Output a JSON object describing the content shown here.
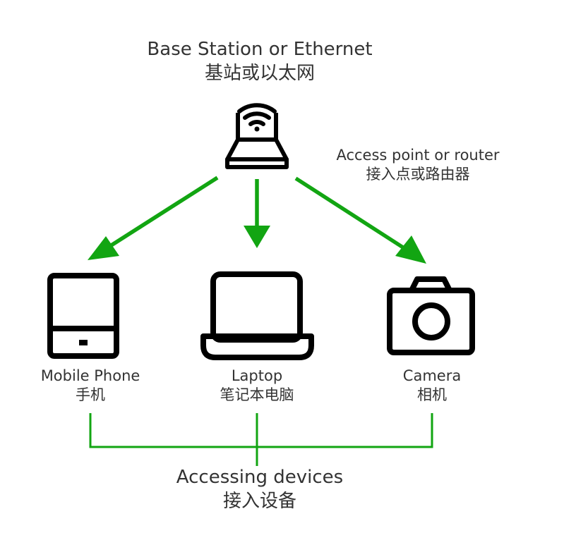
{
  "base_station": {
    "label_en": "Base Station or Ethernet",
    "label_zh": "基站或以太网"
  },
  "access_point": {
    "label_en": "Access point or router",
    "label_zh": "接入点或路由器"
  },
  "devices": [
    {
      "id": "mobile-phone",
      "label_en": "Mobile Phone",
      "label_zh": "手机"
    },
    {
      "id": "laptop",
      "label_en": "Laptop",
      "label_zh": "笔记本电脑"
    },
    {
      "id": "camera",
      "label_en": "Camera",
      "label_zh": "相机"
    }
  ],
  "group": {
    "label_en": "Accessing devices",
    "label_zh": "接入设备"
  },
  "colors": {
    "arrow": "#12a512",
    "icon": "#000000",
    "text": "#333333"
  },
  "icons": [
    "router-icon",
    "wifi-icon",
    "phone-icon",
    "laptop-icon",
    "camera-icon"
  ]
}
